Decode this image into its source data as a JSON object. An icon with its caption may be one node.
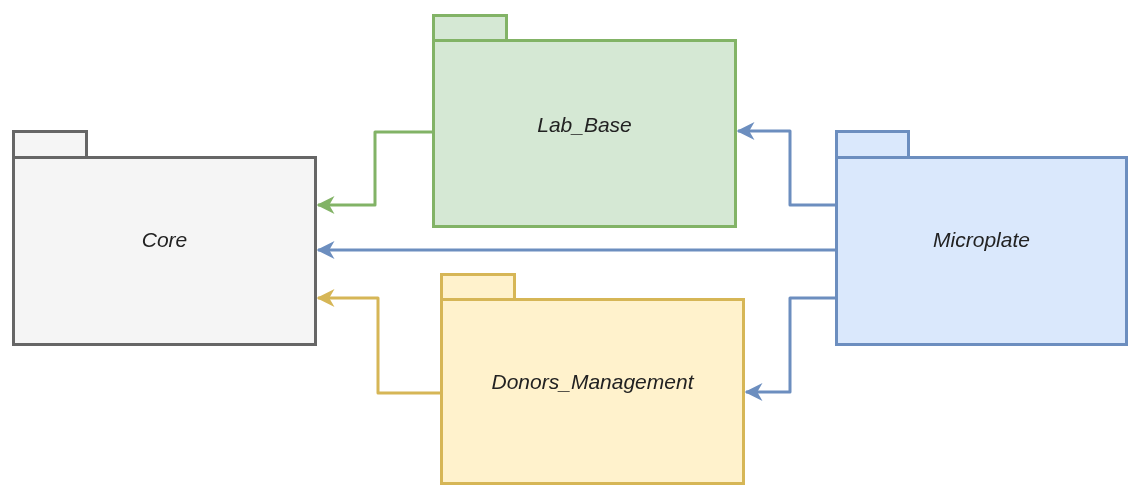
{
  "diagram": {
    "nodes": [
      {
        "text": [
          "Core"
        ]
      },
      {
        "text": [
          "Lab_Base"
        ]
      },
      {
        "text": [
          "Microplate"
        ]
      },
      {
        "text": [
          "Donors_Management"
        ]
      }
    ],
    "edges": [
      {
        "from": 1,
        "to": 0,
        "arrow": "to",
        "color": "#82b366"
      },
      {
        "from": 2,
        "to": 1,
        "arrow": "to"
      },
      {
        "from": 2,
        "to": 0,
        "arrow": "to"
      },
      {
        "from": 2,
        "to": 3,
        "arrow": "to"
      },
      {
        "from": 3,
        "to": 0,
        "arrow": "to",
        "color": "#d6b656"
      }
    ]
  }
}
